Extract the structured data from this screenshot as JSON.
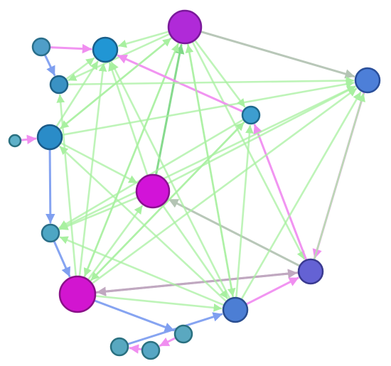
{
  "graph": {
    "colors": {
      "green": "#a8f0a0",
      "pink": "#f08ef0",
      "blue": "#7f9ff0",
      "gray": "#b4c4b4",
      "mauve": "#c0a8c0",
      "darkgreen": "#7fd887"
    },
    "nodes": [
      {
        "id": "n1",
        "fill": "#b02ad8",
        "stroke": "#7a1a9a",
        "size": "large"
      },
      {
        "id": "n2",
        "fill": "#2196d4",
        "stroke": "#1a5f8a",
        "size": "medium"
      },
      {
        "id": "n3",
        "fill": "#4f9ec8",
        "stroke": "#2a6e8a",
        "size": "small"
      },
      {
        "id": "n4",
        "fill": "#3a92c4",
        "stroke": "#1f6288",
        "size": "small"
      },
      {
        "id": "n5",
        "fill": "#4d7fd8",
        "stroke": "#2a4f9a",
        "size": "medium"
      },
      {
        "id": "n6",
        "fill": "#3d9ed0",
        "stroke": "#1f6a8e",
        "size": "small"
      },
      {
        "id": "n7",
        "fill": "#5eb0c8",
        "stroke": "#2a7080",
        "size": "tiny"
      },
      {
        "id": "n8",
        "fill": "#2a8cc8",
        "stroke": "#1a5a88",
        "size": "medium"
      },
      {
        "id": "n9",
        "fill": "#d213d8",
        "stroke": "#8a1090",
        "size": "large"
      },
      {
        "id": "n10",
        "fill": "#4ea6c4",
        "stroke": "#2a6e88",
        "size": "small"
      },
      {
        "id": "n11",
        "fill": "#6462d4",
        "stroke": "#3a3a90",
        "size": "medium"
      },
      {
        "id": "n12",
        "fill": "#d215d0",
        "stroke": "#8a1088",
        "size": "xlarge"
      },
      {
        "id": "n13",
        "fill": "#4c7ed4",
        "stroke": "#2a4e90",
        "size": "medium"
      },
      {
        "id": "n14",
        "fill": "#5aa8c0",
        "stroke": "#2a7080",
        "size": "small"
      },
      {
        "id": "n15",
        "fill": "#56a6c4",
        "stroke": "#2a7080",
        "size": "small"
      },
      {
        "id": "n16",
        "fill": "#58a8c0",
        "stroke": "#2a7080",
        "size": "small"
      }
    ],
    "edges": [
      {
        "from": "n1",
        "to": "n2",
        "color": "green"
      },
      {
        "from": "n1",
        "to": "n4",
        "color": "green"
      },
      {
        "from": "n1",
        "to": "n8",
        "color": "green"
      },
      {
        "from": "n1",
        "to": "n12",
        "color": "green"
      },
      {
        "from": "n1",
        "to": "n5",
        "color": "gray"
      },
      {
        "from": "n1",
        "to": "n6",
        "color": "green"
      },
      {
        "from": "n1",
        "to": "n11",
        "color": "green"
      },
      {
        "from": "n1",
        "to": "n13",
        "color": "green"
      },
      {
        "from": "n9",
        "to": "n1",
        "color": "darkgreen"
      },
      {
        "from": "n12",
        "to": "n1",
        "color": "green"
      },
      {
        "from": "n6",
        "to": "n2",
        "color": "pink"
      },
      {
        "from": "n3",
        "to": "n2",
        "color": "pink"
      },
      {
        "from": "n3",
        "to": "n4",
        "color": "blue"
      },
      {
        "from": "n7",
        "to": "n8",
        "color": "pink"
      },
      {
        "from": "n8",
        "to": "n10",
        "color": "blue"
      },
      {
        "from": "n10",
        "to": "n12",
        "color": "blue"
      },
      {
        "from": "n8",
        "to": "n2",
        "color": "green"
      },
      {
        "from": "n8",
        "to": "n5",
        "color": "green"
      },
      {
        "from": "n8",
        "to": "n9",
        "color": "green"
      },
      {
        "from": "n8",
        "to": "n1",
        "color": "green"
      },
      {
        "from": "n4",
        "to": "n5",
        "color": "green"
      },
      {
        "from": "n4",
        "to": "n2",
        "color": "green"
      },
      {
        "from": "n5",
        "to": "n11",
        "color": "pink"
      },
      {
        "from": "n11",
        "to": "n6",
        "color": "pink"
      },
      {
        "from": "n11",
        "to": "n9",
        "color": "gray"
      },
      {
        "from": "n11",
        "to": "n12",
        "color": "mauve"
      },
      {
        "from": "n11",
        "to": "n5",
        "color": "green"
      },
      {
        "from": "n12",
        "to": "n11",
        "color": "mauve"
      },
      {
        "from": "n13",
        "to": "n11",
        "color": "pink"
      },
      {
        "from": "n13",
        "to": "n6",
        "color": "green"
      },
      {
        "from": "n13",
        "to": "n5",
        "color": "green"
      },
      {
        "from": "n13",
        "to": "n1",
        "color": "green"
      },
      {
        "from": "n13",
        "to": "n2",
        "color": "green"
      },
      {
        "from": "n13",
        "to": "n8",
        "color": "green"
      },
      {
        "from": "n13",
        "to": "n10",
        "color": "green"
      },
      {
        "from": "n12",
        "to": "n13",
        "color": "green"
      },
      {
        "from": "n12",
        "to": "n2",
        "color": "green"
      },
      {
        "from": "n12",
        "to": "n4",
        "color": "green"
      },
      {
        "from": "n12",
        "to": "n5",
        "color": "green"
      },
      {
        "from": "n12",
        "to": "n6",
        "color": "green"
      },
      {
        "from": "n12",
        "to": "n9",
        "color": "green"
      },
      {
        "from": "n9",
        "to": "n2",
        "color": "green"
      },
      {
        "from": "n9",
        "to": "n5",
        "color": "green"
      },
      {
        "from": "n9",
        "to": "n10",
        "color": "green"
      },
      {
        "from": "n9",
        "to": "n13",
        "color": "green"
      },
      {
        "from": "n10",
        "to": "n5",
        "color": "green"
      },
      {
        "from": "n6",
        "to": "n10",
        "color": "green"
      },
      {
        "from": "n6",
        "to": "n12",
        "color": "green"
      },
      {
        "from": "n16",
        "to": "n13",
        "color": "blue"
      },
      {
        "from": "n15",
        "to": "n16",
        "color": "pink"
      },
      {
        "from": "n14",
        "to": "n15",
        "color": "pink"
      },
      {
        "from": "n12",
        "to": "n14",
        "color": "blue"
      }
    ]
  }
}
